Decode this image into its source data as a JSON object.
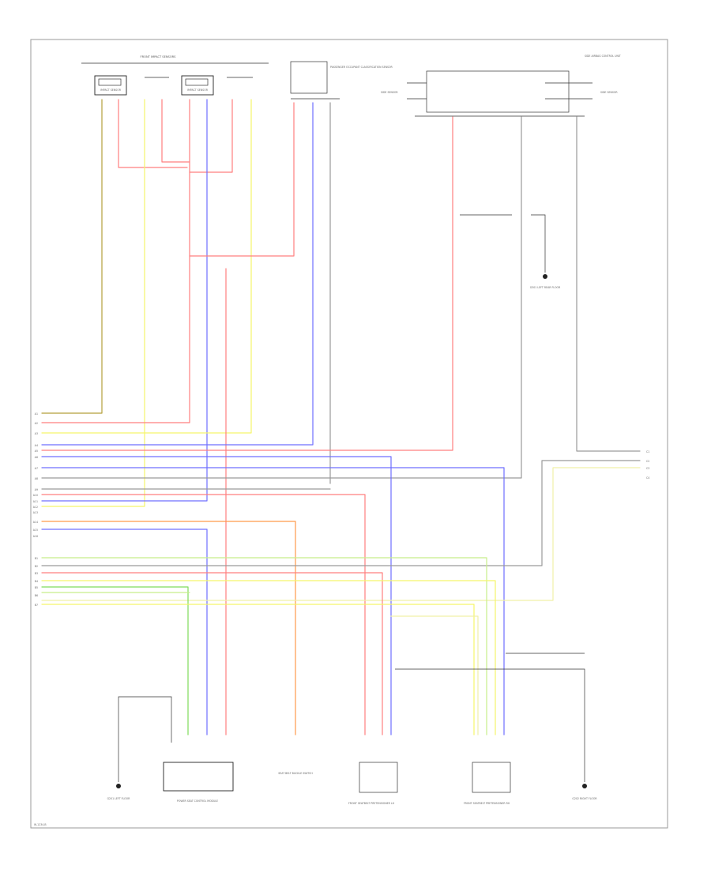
{
  "page_label": "W-1234-B",
  "colors": {
    "red": "#ff7f7f",
    "blue": "#6f6fff",
    "yellow": "#f5f56a",
    "yellow_light": "#f0f0a8",
    "gray": "#9a9a9a",
    "olive": "#b59f3b",
    "orange": "#ff9a4a",
    "green": "#7fdc5a",
    "ltgreen": "#c8ee8a",
    "black": "#222222"
  },
  "components": {
    "top_sensor_group": "FRONT IMPACT SENSORS",
    "sensor_top_left": "IMPACT SENSOR",
    "sensor_top_right": "IMPACT SENSOR",
    "occupant_module": "PASSENGER OCCUPANT CLASSIFICATION SENSOR",
    "side_unit": "SIDE AIRBAG CONTROL UNIT",
    "side_unit_left_tag": "SIDE SENSOR",
    "side_unit_right_tag": "SIDE SENSOR",
    "ground_mid": "G301 LEFT REAR FLOOR",
    "ground_left": "G201 LEFT FLOOR",
    "power_module": "POWER SEAT CONTROL MODULE",
    "seatbelt_buckle": "SEAT BELT BUCKLE SWITCH",
    "front_seatbelt_left": "FRONT SEATBELT PRETENSIONER LH",
    "front_seatbelt_right": "FRONT SEATBELT PRETENSIONER RH",
    "ground_right": "G202 RIGHT FLOOR"
  },
  "connector_left_pins": [
    "A1",
    "A2",
    "A3",
    "A4",
    "A5",
    "A6",
    "A7",
    "A8",
    "A9",
    "A10",
    "A11",
    "A12",
    "A13",
    "A14",
    "A15",
    "A16"
  ],
  "connector_left_lower_pins": [
    "B1",
    "B2",
    "B3",
    "B4",
    "B5",
    "B6",
    "B7"
  ],
  "connector_right_pins": [
    "C1",
    "C2",
    "C3",
    "C4"
  ]
}
